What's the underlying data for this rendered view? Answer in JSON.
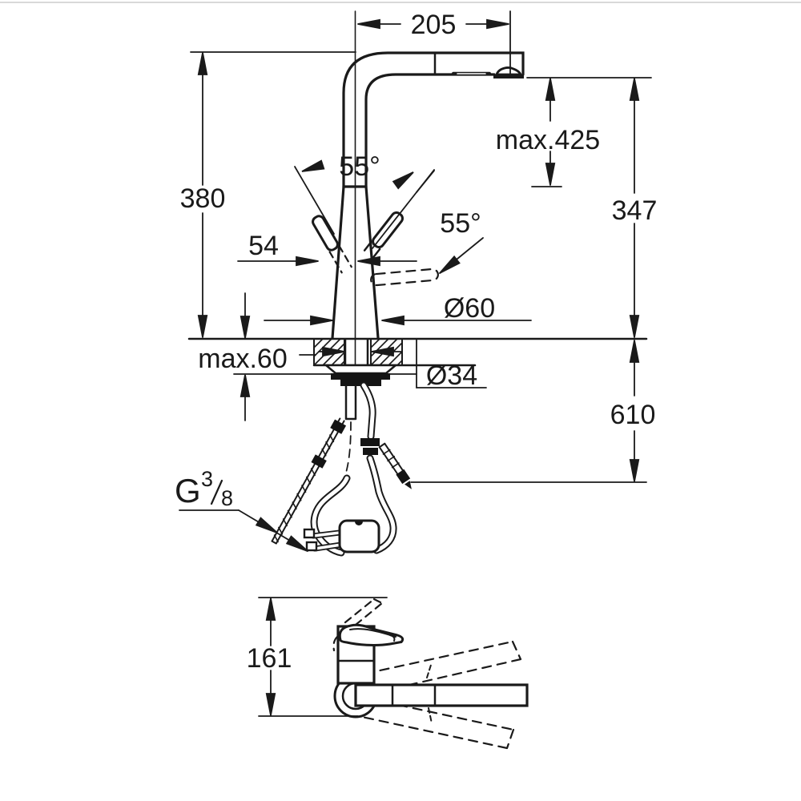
{
  "drawing": {
    "labels": {
      "spout_reach": "205",
      "height_max": "max.425",
      "height_total": "380",
      "height_spout": "347",
      "lever_offset": "54",
      "angle_left": "55°",
      "angle_right": "55°",
      "base_diameter": "Ø60",
      "deck_max": "max.60",
      "hole_diameter": "Ø34",
      "hose_depth": "610",
      "thread_g": "G",
      "thread_num": "3",
      "thread_den": "8",
      "plan_depth": "161"
    },
    "line_color": "#1a1a1a",
    "page_rule_color": "#d9d9d9"
  }
}
